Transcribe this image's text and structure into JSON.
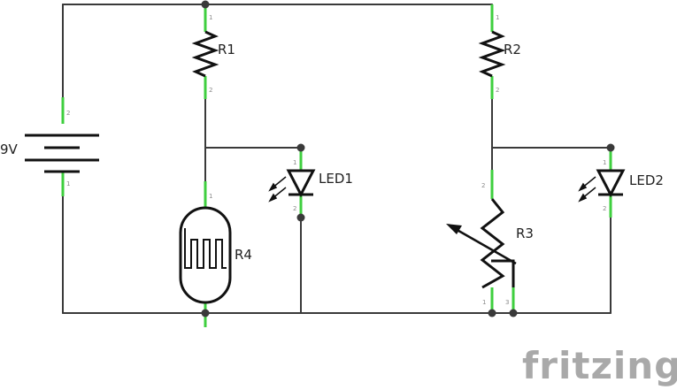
{
  "battery": {
    "label": "9V"
  },
  "resistors": {
    "r1": "R1",
    "r2": "R2"
  },
  "potentiometer": {
    "label": "R3"
  },
  "photocell": {
    "label": "R4"
  },
  "leds": {
    "led1": "LED1",
    "led2": "LED2"
  },
  "pin_numbers": {
    "one": "1",
    "two": "2",
    "three": "3"
  },
  "watermark": {
    "text": "fritzing"
  },
  "colors": {
    "pin": "#3fcf3f",
    "wire": "#3a3a3a",
    "symbol": "#111111",
    "watermark": "#a9a9a9"
  }
}
